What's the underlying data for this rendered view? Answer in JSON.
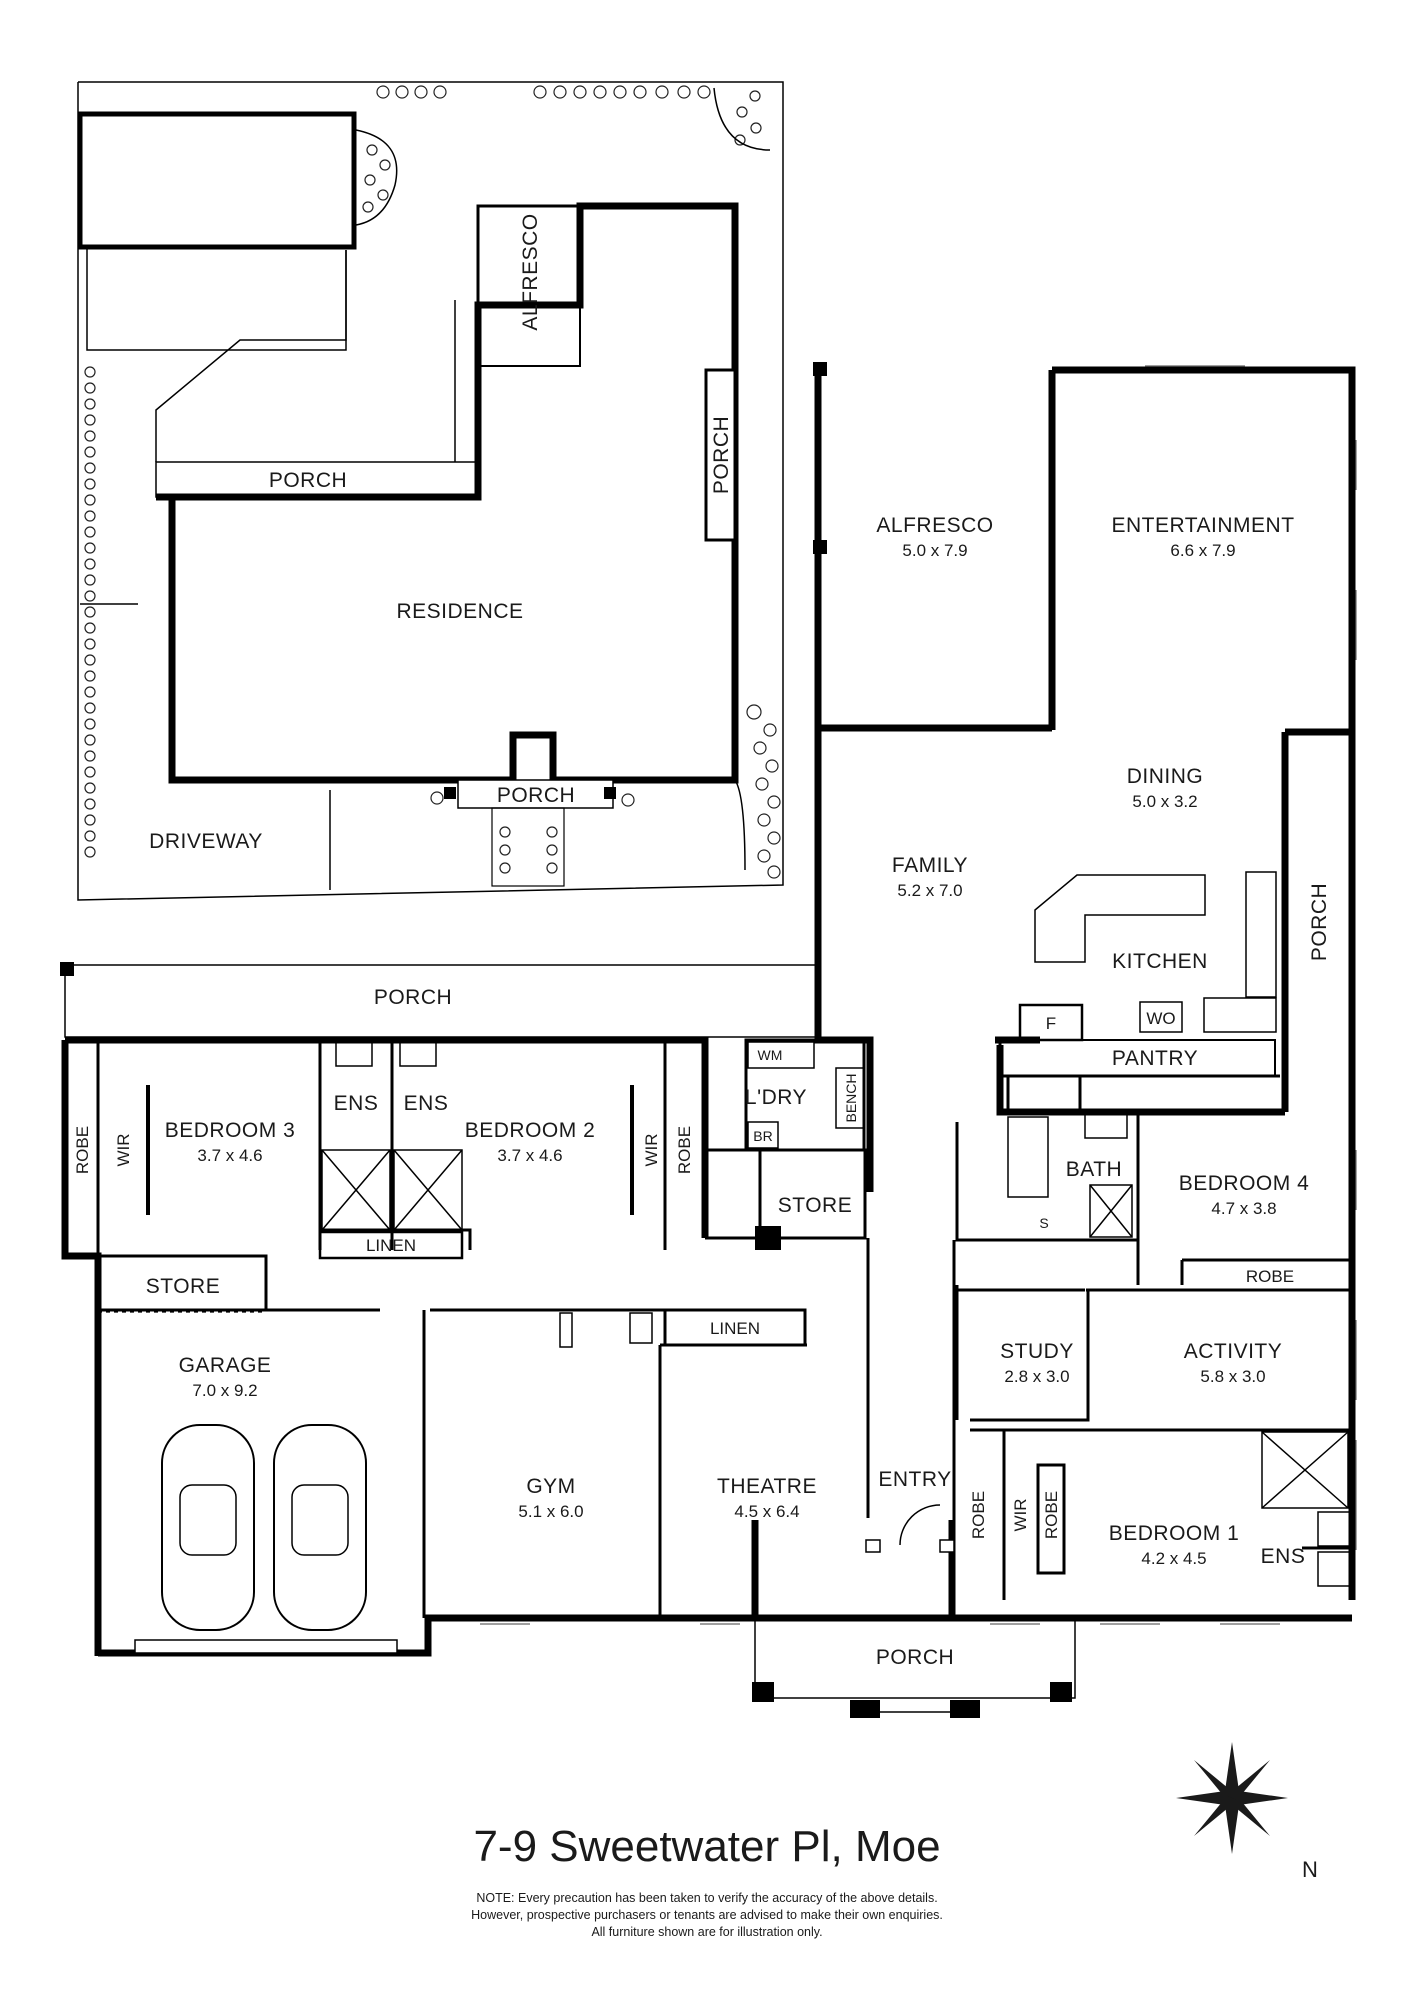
{
  "site_plan": {
    "labels": {
      "alfresco": "ALFRESCO",
      "porch_west": "PORCH",
      "porch_east": "PORCH",
      "residence": "RESIDENCE",
      "porch_front": "PORCH",
      "driveway": "DRIVEWAY"
    }
  },
  "floor_plan": {
    "rooms": {
      "alfresco": {
        "name": "ALFRESCO",
        "dims": "5.0 x 7.9"
      },
      "entertainment": {
        "name": "ENTERTAINMENT",
        "dims": "6.6 x 7.9"
      },
      "dining": {
        "name": "DINING",
        "dims": "5.0 x 3.2"
      },
      "family": {
        "name": "FAMILY",
        "dims": "5.2 x 7.0"
      },
      "kitchen": {
        "name": "KITCHEN"
      },
      "porch_side": {
        "name": "PORCH"
      },
      "porch_rear": {
        "name": "PORCH"
      },
      "pantry": {
        "name": "PANTRY"
      },
      "fridge": {
        "name": "F"
      },
      "wall_oven": {
        "name": "WO"
      },
      "bedroom3": {
        "name": "BEDROOM 3",
        "dims": "3.7 x 4.6"
      },
      "bedroom2": {
        "name": "BEDROOM 2",
        "dims": "3.7 x 4.6"
      },
      "ens_b3": {
        "name": "ENS"
      },
      "ens_b2": {
        "name": "ENS"
      },
      "linen_beds": {
        "name": "LINEN"
      },
      "robe_b3": {
        "name": "ROBE"
      },
      "wir_b3": {
        "name": "WIR"
      },
      "wir_b2": {
        "name": "WIR"
      },
      "robe_b2": {
        "name": "ROBE"
      },
      "laundry": {
        "name": "L'DRY"
      },
      "wm": {
        "name": "WM"
      },
      "br": {
        "name": "BR"
      },
      "bench": {
        "name": "BENCH"
      },
      "store_laundry": {
        "name": "STORE"
      },
      "bath": {
        "name": "BATH"
      },
      "shower_s": {
        "name": "S"
      },
      "bedroom4": {
        "name": "BEDROOM 4",
        "dims": "4.7 x 3.8"
      },
      "robe_b4": {
        "name": "ROBE"
      },
      "store_garage": {
        "name": "STORE"
      },
      "garage": {
        "name": "GARAGE",
        "dims": "7.0 x 9.2"
      },
      "gym": {
        "name": "GYM",
        "dims": "5.1 x 6.0"
      },
      "linen_hall": {
        "name": "LINEN"
      },
      "theatre": {
        "name": "THEATRE",
        "dims": "4.5 x 6.4"
      },
      "entry": {
        "name": "ENTRY"
      },
      "study": {
        "name": "STUDY",
        "dims": "2.8 x 3.0"
      },
      "activity": {
        "name": "ACTIVITY",
        "dims": "5.8 x 3.0"
      },
      "bedroom1": {
        "name": "BEDROOM 1",
        "dims": "4.2 x 4.5"
      },
      "robe_b1": {
        "name": "ROBE"
      },
      "wir_b1": {
        "name": "WIR"
      },
      "robe_b1_island": {
        "name": "ROBE"
      },
      "ens_b1": {
        "name": "ENS"
      },
      "porch_front": {
        "name": "PORCH"
      }
    }
  },
  "compass": {
    "north_label": "N"
  },
  "address": "7-9 Sweetwater Pl, Moe",
  "note": [
    "NOTE: Every precaution has been taken to verify the accuracy of the above details.",
    "However, prospective purchasers or tenants are advised to make their own enquiries.",
    "All furniture shown are for illustration only."
  ]
}
